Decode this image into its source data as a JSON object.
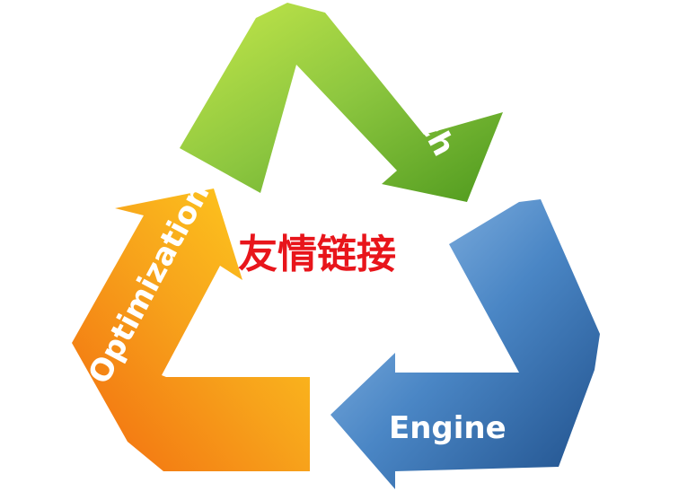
{
  "diagram": {
    "center_text": "友情链接",
    "arrows": [
      {
        "label": "Search",
        "color": "#8cc63f"
      },
      {
        "label": "Engine",
        "color": "#4a86c5"
      },
      {
        "label": "Optimization",
        "color": "#f7a21b"
      }
    ],
    "center_color": "#e8151b"
  }
}
